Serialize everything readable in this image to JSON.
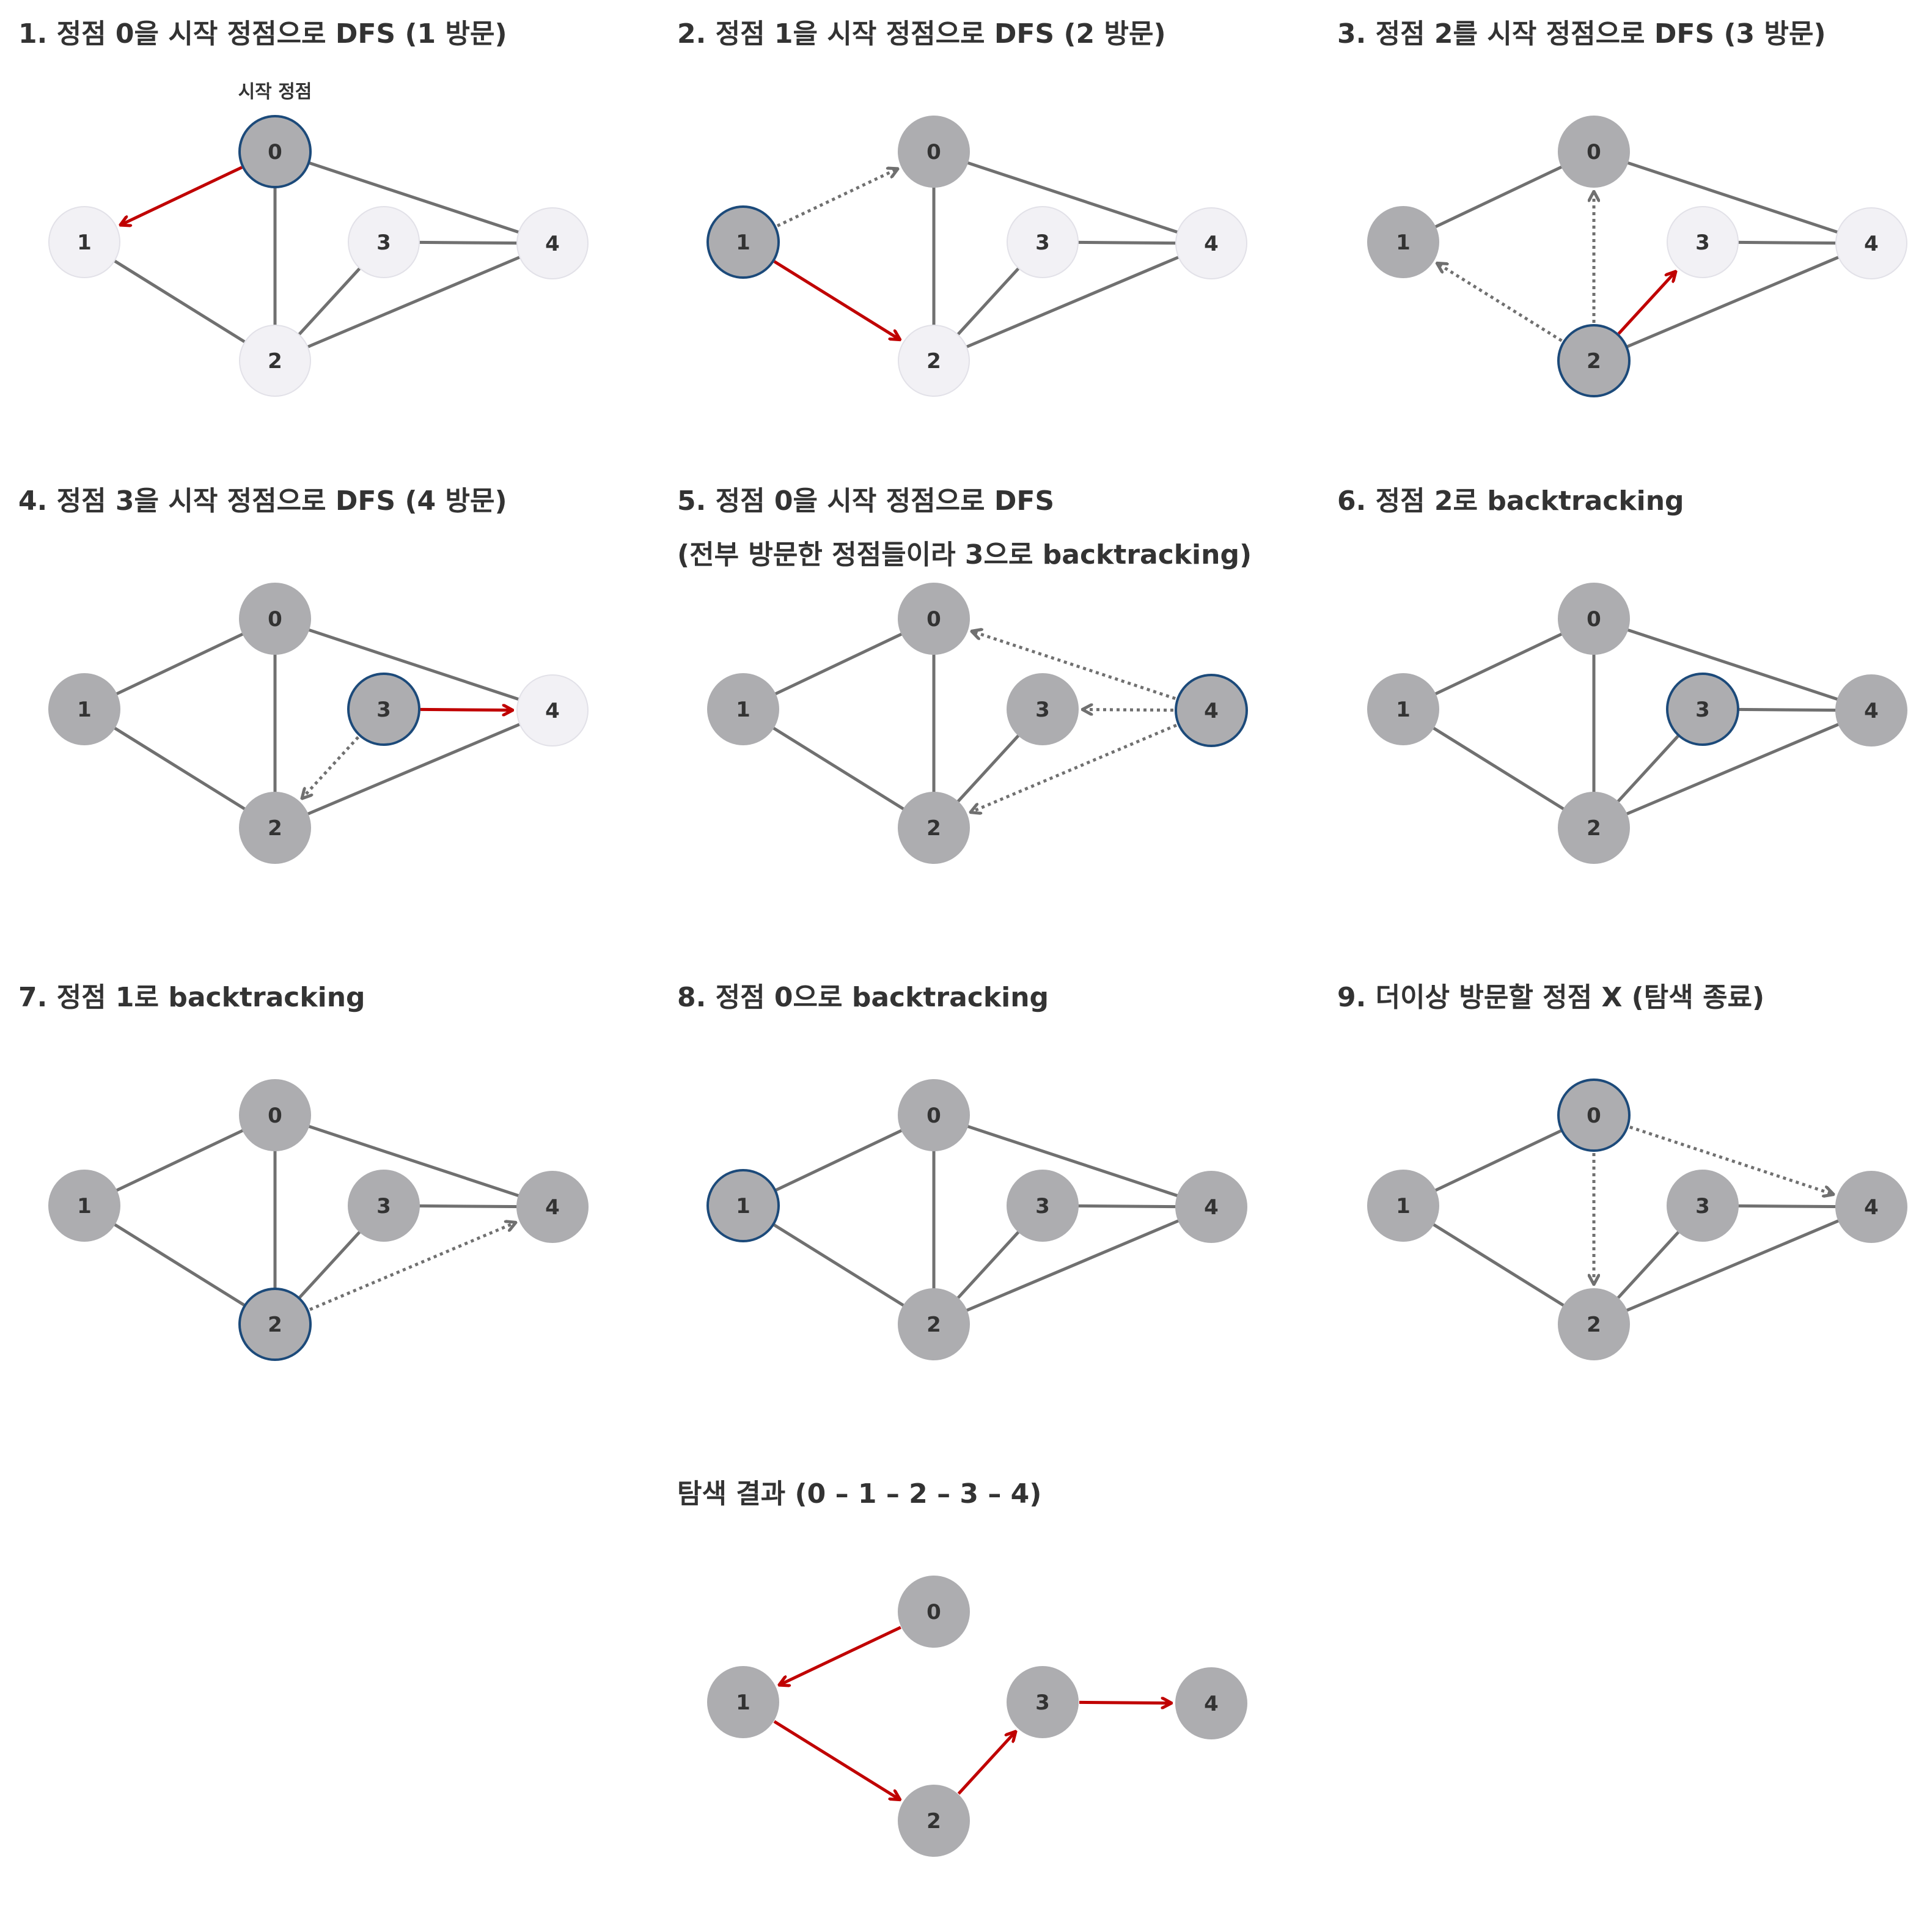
{
  "colors": {
    "visited_node": "#adadb0",
    "unvisited_node": "#f2f1f5",
    "current_node_border": "#1c4a7a",
    "edge": "#707070",
    "active_edge": "#c00000",
    "title_text": "#333333"
  },
  "nodes": [
    "0",
    "1",
    "2",
    "3",
    "4"
  ],
  "panels": [
    {
      "title": [
        "1. 정점 0을 시작 정점으로 DFS (1 방문)"
      ],
      "annotation": "시작 정점",
      "visited": [
        "0"
      ],
      "current": "0",
      "edges": [
        [
          "0",
          "2"
        ],
        [
          "0",
          "4"
        ],
        [
          "1",
          "2"
        ],
        [
          "2",
          "3"
        ],
        [
          "2",
          "4"
        ],
        [
          "3",
          "4"
        ]
      ],
      "active": [
        [
          "0",
          "1"
        ]
      ],
      "dotted": []
    },
    {
      "title": [
        "2. 정점 1을 시작 정점으로 DFS (2 방문)"
      ],
      "visited": [
        "0",
        "1"
      ],
      "current": "1",
      "edges": [
        [
          "0",
          "2"
        ],
        [
          "0",
          "4"
        ],
        [
          "2",
          "3"
        ],
        [
          "2",
          "4"
        ],
        [
          "3",
          "4"
        ]
      ],
      "active": [
        [
          "1",
          "2"
        ]
      ],
      "dotted": [
        [
          "1",
          "0"
        ]
      ]
    },
    {
      "title": [
        "3. 정점 2를 시작 정점으로 DFS (3 방문)"
      ],
      "visited": [
        "0",
        "1",
        "2"
      ],
      "current": "2",
      "edges": [
        [
          "0",
          "1"
        ],
        [
          "0",
          "4"
        ],
        [
          "2",
          "4"
        ],
        [
          "3",
          "4"
        ]
      ],
      "active": [
        [
          "2",
          "3"
        ]
      ],
      "dotted": [
        [
          "2",
          "1"
        ],
        [
          "2",
          "0"
        ]
      ]
    },
    {
      "title": [
        "4. 정점 3을 시작 정점으로 DFS (4 방문)"
      ],
      "visited": [
        "0",
        "1",
        "2",
        "3"
      ],
      "current": "3",
      "edges": [
        [
          "0",
          "1"
        ],
        [
          "0",
          "2"
        ],
        [
          "0",
          "4"
        ],
        [
          "1",
          "2"
        ],
        [
          "2",
          "4"
        ]
      ],
      "active": [
        [
          "3",
          "4"
        ]
      ],
      "dotted": [
        [
          "3",
          "2"
        ]
      ]
    },
    {
      "title": [
        "5. 정점 0을 시작 정점으로 DFS",
        "(전부 방문한 정점들이라 3으로 backtracking)"
      ],
      "visited": [
        "0",
        "1",
        "2",
        "3",
        "4"
      ],
      "current": "4",
      "edges": [
        [
          "0",
          "1"
        ],
        [
          "0",
          "2"
        ],
        [
          "1",
          "2"
        ],
        [
          "2",
          "3"
        ]
      ],
      "active": [],
      "dotted": [
        [
          "4",
          "0"
        ],
        [
          "4",
          "3"
        ],
        [
          "4",
          "2"
        ]
      ]
    },
    {
      "title": [
        "6. 정점 2로 backtracking"
      ],
      "visited": [
        "0",
        "1",
        "2",
        "3",
        "4"
      ],
      "current": "3",
      "edges": [
        [
          "0",
          "1"
        ],
        [
          "0",
          "2"
        ],
        [
          "0",
          "4"
        ],
        [
          "1",
          "2"
        ],
        [
          "2",
          "3"
        ],
        [
          "2",
          "4"
        ],
        [
          "3",
          "4"
        ]
      ],
      "active": [],
      "dotted": []
    },
    {
      "title": [
        "7. 정점 1로 backtracking"
      ],
      "visited": [
        "0",
        "1",
        "2",
        "3",
        "4"
      ],
      "current": "2",
      "edges": [
        [
          "0",
          "1"
        ],
        [
          "0",
          "2"
        ],
        [
          "0",
          "4"
        ],
        [
          "1",
          "2"
        ],
        [
          "2",
          "3"
        ],
        [
          "3",
          "4"
        ]
      ],
      "active": [],
      "dotted": [
        [
          "2",
          "4"
        ]
      ]
    },
    {
      "title": [
        "8. 정점 0으로 backtracking"
      ],
      "visited": [
        "0",
        "1",
        "2",
        "3",
        "4"
      ],
      "current": "1",
      "edges": [
        [
          "0",
          "1"
        ],
        [
          "0",
          "2"
        ],
        [
          "0",
          "4"
        ],
        [
          "1",
          "2"
        ],
        [
          "2",
          "3"
        ],
        [
          "2",
          "4"
        ],
        [
          "3",
          "4"
        ]
      ],
      "active": [],
      "dotted": []
    },
    {
      "title": [
        "9. 더이상 방문할 정점 X (탐색 종료)"
      ],
      "visited": [
        "0",
        "1",
        "2",
        "3",
        "4"
      ],
      "current": "0",
      "edges": [
        [
          "0",
          "1"
        ],
        [
          "1",
          "2"
        ],
        [
          "2",
          "3"
        ],
        [
          "2",
          "4"
        ],
        [
          "3",
          "4"
        ]
      ],
      "active": [],
      "dotted": [
        [
          "0",
          "4"
        ],
        [
          "0",
          "2"
        ]
      ]
    },
    {
      "title": [
        "탐색 결과 (0 – 1 – 2 – 3 – 4)"
      ],
      "visited": [
        "0",
        "1",
        "2",
        "3",
        "4"
      ],
      "current": null,
      "edges": [],
      "active": [
        [
          "0",
          "1"
        ],
        [
          "1",
          "2"
        ],
        [
          "2",
          "3"
        ],
        [
          "3",
          "4"
        ]
      ],
      "dotted": []
    }
  ]
}
